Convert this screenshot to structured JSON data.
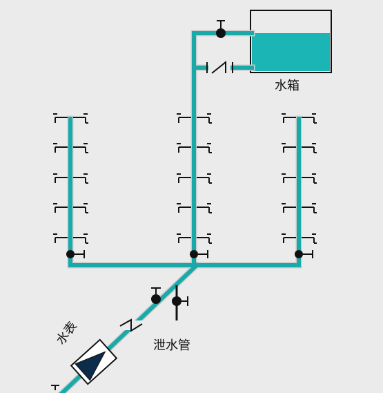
{
  "labels": {
    "tank": "水箱",
    "drain_pipe": "泄水管",
    "water_meter": "水表"
  },
  "colors": {
    "background": "#ebebeb",
    "pipe": "#1aa9a9",
    "water": "#1cb5b5",
    "line": "#111111",
    "meter_fill": "#0d2b4a"
  },
  "components": {
    "risers": 3,
    "outlets_per_riser": 5,
    "icons": [
      "gate-valve-icon",
      "check-valve-icon",
      "water-meter-icon",
      "water-tank-icon",
      "tap-icon"
    ]
  }
}
